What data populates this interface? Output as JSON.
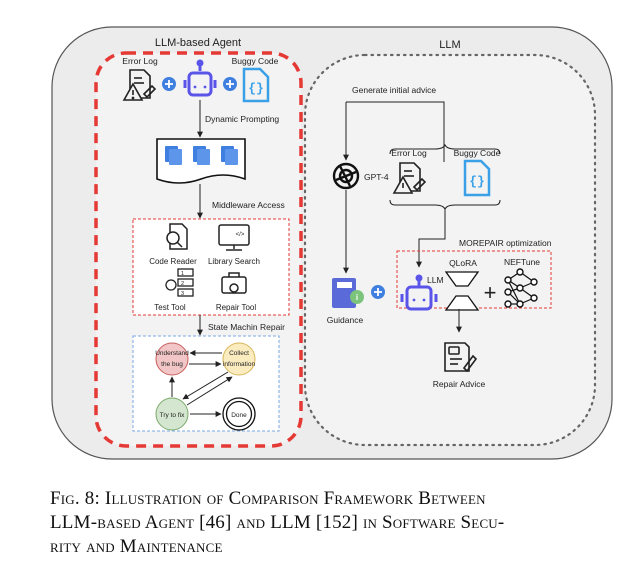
{
  "left_panel": {
    "title": "LLM-based Agent",
    "inputs": {
      "error_log": "Error Log",
      "buggy_code": "Buggy Code"
    },
    "dynamic_prompting": "Dynamic Prompting",
    "middleware_access": "Middleware Access",
    "tools": [
      "Code Reader",
      "Library Search",
      "Test Tool",
      "Repair Tool"
    ],
    "state_machine_label": "State Machin Repair",
    "states": {
      "understand_1": "Understand",
      "understand_2": "the bug",
      "collect_1": "Collect",
      "collect_2": "information",
      "try_fix": "Try to fix",
      "done": "Done"
    }
  },
  "right_panel": {
    "title": "LLM",
    "generate_initial_advice": "Generate initial advice",
    "gpt4": "GPT-4",
    "inputs": {
      "error_log": "Error Log",
      "buggy_code": "Buggy Code"
    },
    "morepair_label": "MOREPAIR optimization",
    "llm": "LLM",
    "qlora": "QLoRA",
    "neftune": "NEFTune",
    "guidance": "Guidance",
    "repair_advice": "Repair Advice"
  },
  "caption": {
    "line1": "Fig. 8: Illustration of Comparison Framework Between",
    "line2": "LLM-based Agent [46] and LLM [152] in Software Secu-",
    "line3": "rity and Maintenance"
  },
  "colors": {
    "agent_border": "#e53935",
    "robot": "#5a55e8",
    "plus": "#3f7fe0",
    "code_icon": "#3aa0e8",
    "understand_fill": "#f2c6c6",
    "collect_fill": "#fbecc0",
    "try_fill": "#d4e6cf"
  }
}
